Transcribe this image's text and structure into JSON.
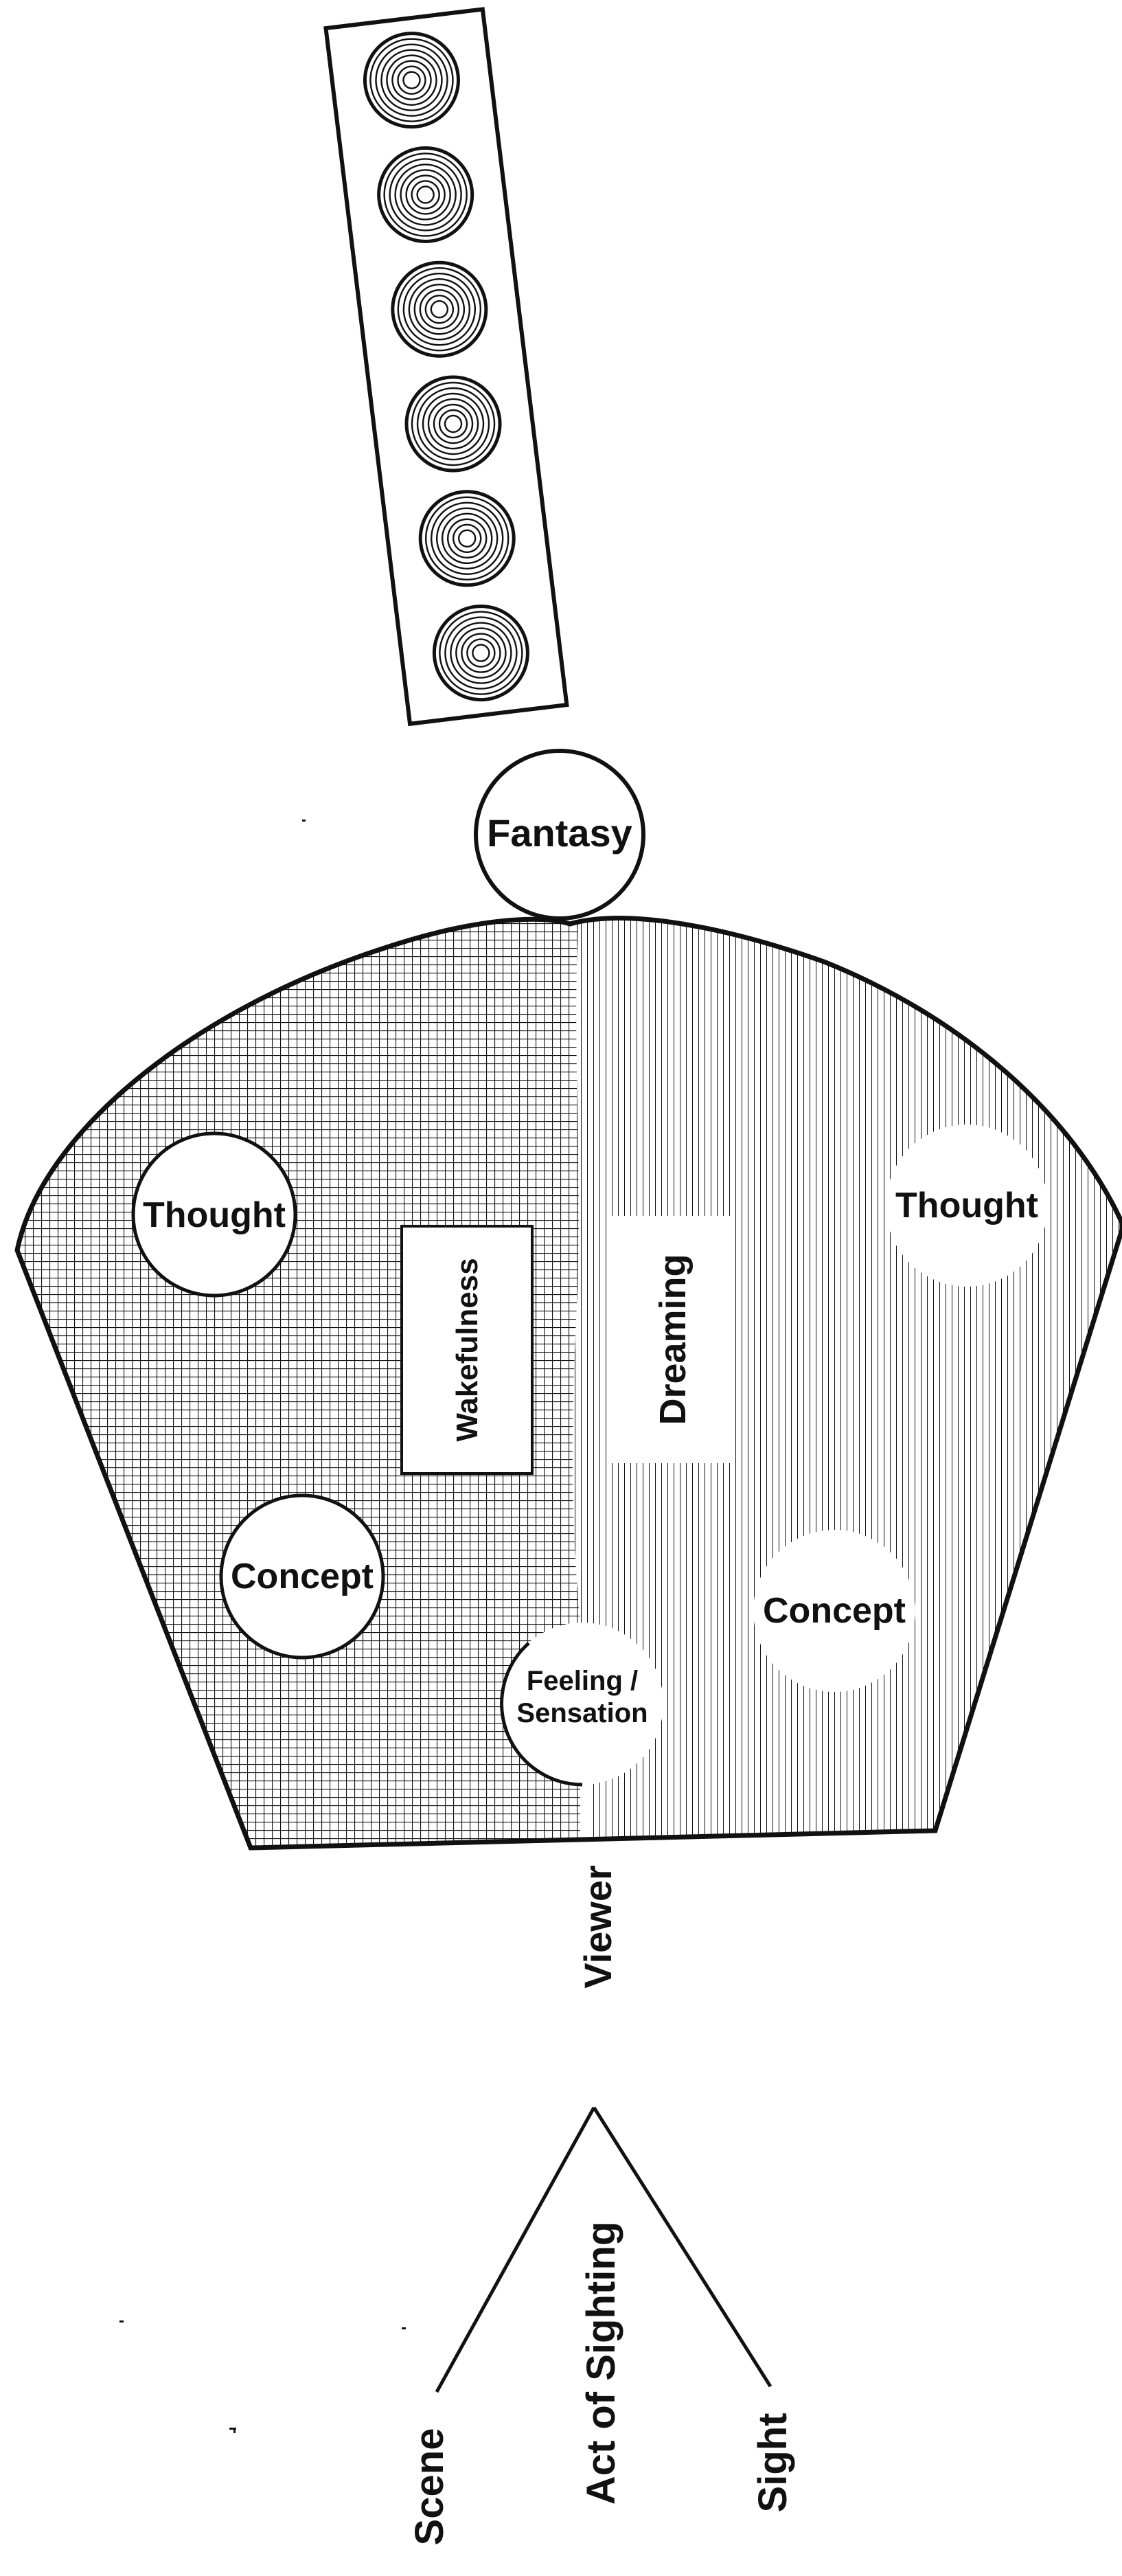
{
  "reel": {
    "circles": [
      "disc",
      "disc",
      "disc",
      "disc",
      "disc",
      "disc"
    ]
  },
  "fantasy": "Fantasy",
  "regions": {
    "wakefulness": {
      "label": "Wakefulness",
      "thought": "Thought",
      "concept": "Concept"
    },
    "dreaming": {
      "label": "Dreaming",
      "thought": "Thought",
      "concept": "Concept"
    },
    "shared": {
      "feeling_line1": "Feeling /",
      "feeling_line2": "Sensation"
    }
  },
  "viewer": "Viewer",
  "triad": {
    "scene": "Scene",
    "act": "Act of Sighting",
    "sight": "Sight"
  },
  "colors": {
    "ink": "#111111",
    "background": "#ffffff"
  }
}
